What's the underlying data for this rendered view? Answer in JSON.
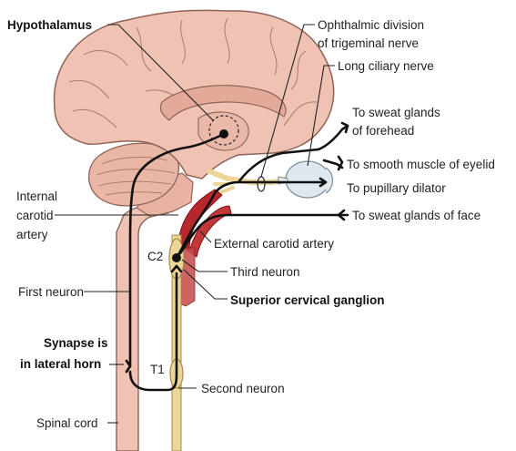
{
  "labels": {
    "hypothalamus": "Hypothalamus",
    "ophthalmic_1": "Ophthalmic division",
    "ophthalmic_2": "of trigeminal nerve",
    "long_ciliary": "Long ciliary nerve",
    "sweat_forehead_1": "To sweat glands",
    "sweat_forehead_2": "of forehead",
    "smooth_muscle": "To smooth muscle of eyelid",
    "pupillary": "To pupillary dilator",
    "sweat_face": "To sweat glands of face",
    "internal_carotid_1": "Internal",
    "internal_carotid_2": "carotid",
    "internal_carotid_3": "artery",
    "external_carotid": "External carotid artery",
    "c2": "C2",
    "third_neuron": "Third neuron",
    "superior_cervical": "Superior cervical ganglion",
    "first_neuron": "First neuron",
    "synapse_1": "Synapse is",
    "synapse_2": "in lateral horn",
    "t1": "T1",
    "second_neuron": "Second neuron",
    "spinal_cord": "Spinal cord"
  },
  "colors": {
    "brain": "#efc2b3",
    "brain_outline": "#8e6458",
    "sympathetic_chain": "#ecd597",
    "artery": "#b7282c",
    "eye": "#dfe8ef",
    "nerve": "#111111"
  }
}
